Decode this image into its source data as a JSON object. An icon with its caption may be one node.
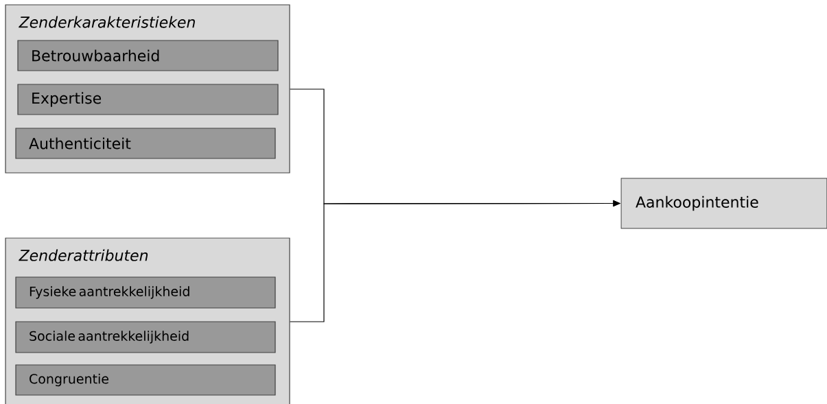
{
  "diagram": {
    "nodes": [
      {
        "text": [
          "Zenderkarakteristieken"
        ]
      },
      {
        "text": [
          "Betrouwbaarheid"
        ],
        "in": 0
      },
      {
        "text": [
          "Expertise"
        ],
        "in": 0
      },
      {
        "text": [
          "Authenticiteit"
        ],
        "in": 0
      },
      {
        "text": [
          "Zenderattributen"
        ]
      },
      {
        "text": [
          "Fysieke aantrekkelijkheid"
        ],
        "in": 4
      },
      {
        "text": [
          "Sociale aantrekkelijkheid"
        ],
        "in": 4
      },
      {
        "text": [
          "Congruentie"
        ],
        "in": 4
      },
      {
        "text": [
          "Aankoopintentie"
        ]
      }
    ],
    "edges": [
      {
        "from": 0,
        "to": 8,
        "arrow": "to"
      },
      {
        "from": 4,
        "to": 8,
        "arrow": "to"
      }
    ]
  }
}
